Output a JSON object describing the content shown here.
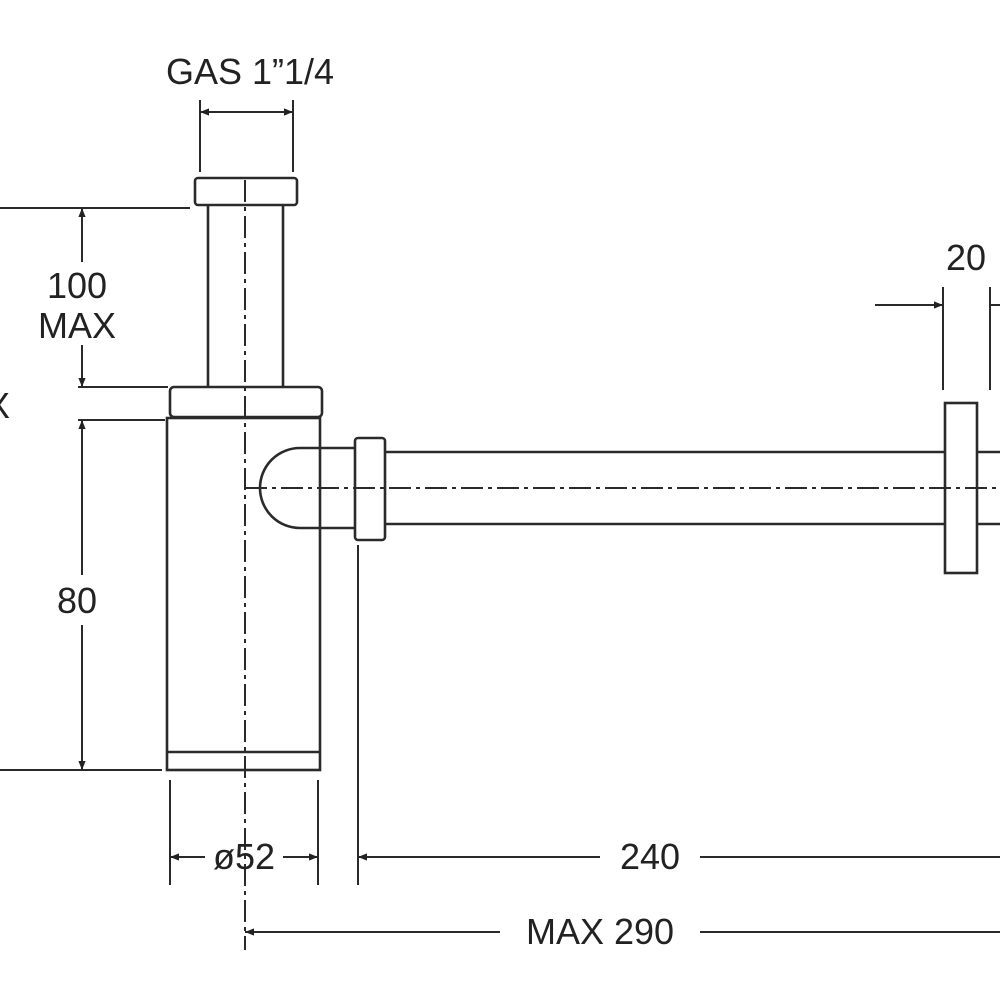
{
  "drawing": {
    "title": "Bottle trap dimension drawing",
    "dimensions": {
      "thread": "GAS 1”1/4",
      "height_top_value": "100",
      "height_top_qualifier": "MAX",
      "height_body": "80",
      "diameter": "ø52",
      "outlet_length": "240",
      "max_length": "MAX 290",
      "flange_width": "20",
      "left_partial": "X"
    },
    "line_color": "#2a2a2a"
  }
}
